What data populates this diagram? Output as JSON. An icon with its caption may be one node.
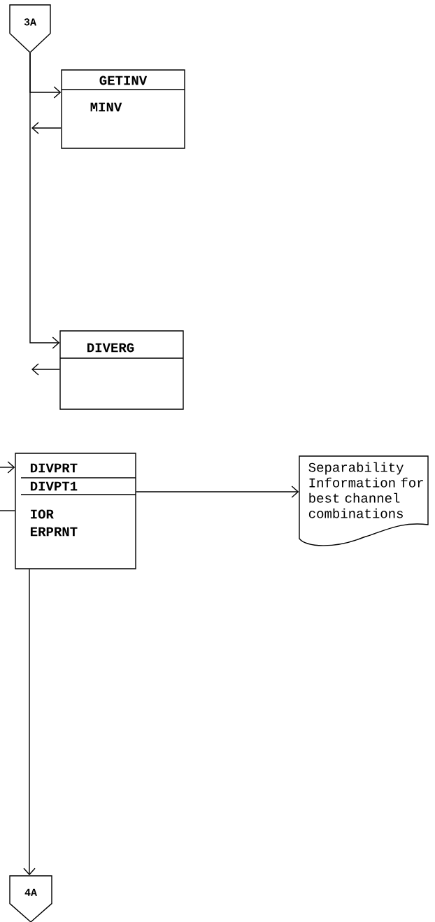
{
  "diagram": {
    "nodes": [
      {
        "text": [
          "3A"
        ]
      },
      {
        "text": [
          "GETINV",
          "MINV"
        ]
      },
      {
        "text": [
          "DIVERG"
        ]
      },
      {
        "text": [
          "DIVPRT",
          "DIVPT1",
          "IOR",
          "ERPRNT"
        ]
      },
      {
        "text": [
          "Separability Information for best channel combinations"
        ]
      },
      {
        "text": [
          "4A"
        ]
      }
    ],
    "edges": [
      {
        "from": 0,
        "to": 1,
        "arrow": "to"
      },
      {
        "from": 1,
        "to": null,
        "arrow": "to"
      },
      {
        "from": 0,
        "to": 2,
        "arrow": "to"
      },
      {
        "from": 2,
        "to": null,
        "arrow": "to"
      },
      {
        "from": null,
        "to": 3,
        "arrow": "to"
      },
      {
        "from": 3,
        "to": null,
        "arrow": "none"
      },
      {
        "from": 3,
        "to": 4,
        "arrow": "to"
      },
      {
        "from": 3,
        "to": 5,
        "arrow": "to"
      }
    ]
  }
}
